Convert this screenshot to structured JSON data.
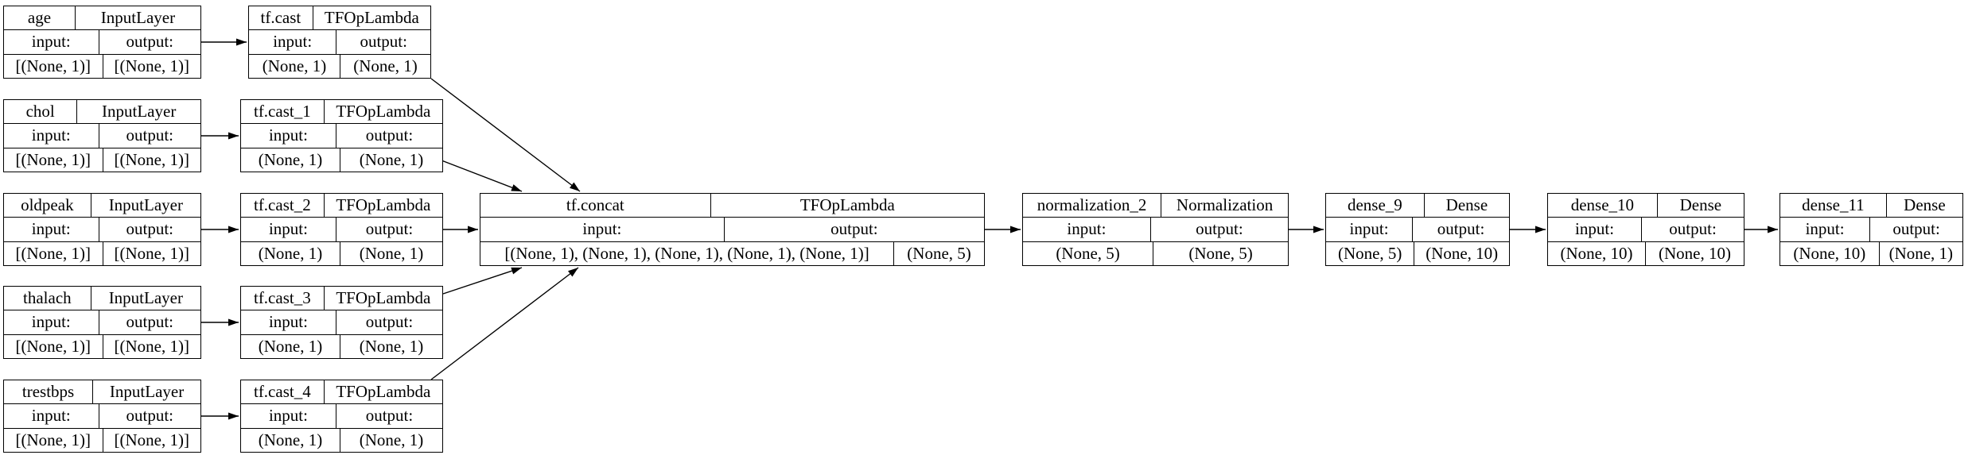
{
  "labels": {
    "input": "input:",
    "output": "output:"
  },
  "colors": {
    "border": "#000000",
    "background": "#ffffff",
    "text": "#000000",
    "edge": "#000000"
  },
  "nodes": [
    {
      "name": "age",
      "type": "InputLayer",
      "input_shape": "[(None, 1)]",
      "output_shape": "[(None, 1)]"
    },
    {
      "name": "chol",
      "type": "InputLayer",
      "input_shape": "[(None, 1)]",
      "output_shape": "[(None, 1)]"
    },
    {
      "name": "oldpeak",
      "type": "InputLayer",
      "input_shape": "[(None, 1)]",
      "output_shape": "[(None, 1)]"
    },
    {
      "name": "thalach",
      "type": "InputLayer",
      "input_shape": "[(None, 1)]",
      "output_shape": "[(None, 1)]"
    },
    {
      "name": "trestbps",
      "type": "InputLayer",
      "input_shape": "[(None, 1)]",
      "output_shape": "[(None, 1)]"
    },
    {
      "name": "tf.cast",
      "type": "TFOpLambda",
      "input_shape": "(None, 1)",
      "output_shape": "(None, 1)"
    },
    {
      "name": "tf.cast_1",
      "type": "TFOpLambda",
      "input_shape": "(None, 1)",
      "output_shape": "(None, 1)"
    },
    {
      "name": "tf.cast_2",
      "type": "TFOpLambda",
      "input_shape": "(None, 1)",
      "output_shape": "(None, 1)"
    },
    {
      "name": "tf.cast_3",
      "type": "TFOpLambda",
      "input_shape": "(None, 1)",
      "output_shape": "(None, 1)"
    },
    {
      "name": "tf.cast_4",
      "type": "TFOpLambda",
      "input_shape": "(None, 1)",
      "output_shape": "(None, 1)"
    },
    {
      "name": "tf.concat",
      "type": "TFOpLambda",
      "input_shape": "[(None, 1), (None, 1), (None, 1), (None, 1), (None, 1)]",
      "output_shape": "(None, 5)"
    },
    {
      "name": "normalization_2",
      "type": "Normalization",
      "input_shape": "(None, 5)",
      "output_shape": "(None, 5)"
    },
    {
      "name": "dense_9",
      "type": "Dense",
      "input_shape": "(None, 5)",
      "output_shape": "(None, 10)"
    },
    {
      "name": "dense_10",
      "type": "Dense",
      "input_shape": "(None, 10)",
      "output_shape": "(None, 10)"
    },
    {
      "name": "dense_11",
      "type": "Dense",
      "input_shape": "(None, 10)",
      "output_shape": "(None, 1)"
    }
  ],
  "edges": [
    {
      "from": "age",
      "to": "tf.cast"
    },
    {
      "from": "chol",
      "to": "tf.cast_1"
    },
    {
      "from": "oldpeak",
      "to": "tf.cast_2"
    },
    {
      "from": "thalach",
      "to": "tf.cast_3"
    },
    {
      "from": "trestbps",
      "to": "tf.cast_4"
    },
    {
      "from": "tf.cast",
      "to": "tf.concat"
    },
    {
      "from": "tf.cast_1",
      "to": "tf.concat"
    },
    {
      "from": "tf.cast_2",
      "to": "tf.concat"
    },
    {
      "from": "tf.cast_3",
      "to": "tf.concat"
    },
    {
      "from": "tf.cast_4",
      "to": "tf.concat"
    },
    {
      "from": "tf.concat",
      "to": "normalization_2"
    },
    {
      "from": "normalization_2",
      "to": "dense_9"
    },
    {
      "from": "dense_9",
      "to": "dense_10"
    },
    {
      "from": "dense_10",
      "to": "dense_11"
    }
  ]
}
